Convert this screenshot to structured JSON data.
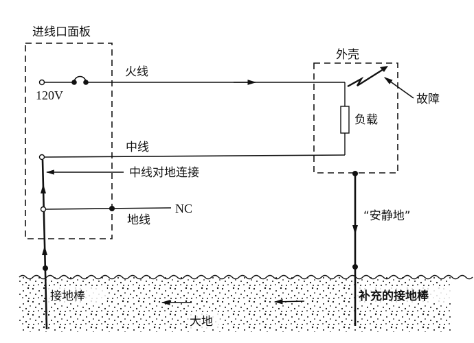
{
  "labels": {
    "panel_title": "进线口面板",
    "voltage": "120V",
    "hot_wire": "火线",
    "neutral_wire": "中线",
    "neutral_ground_bond": "中线对地连接",
    "nc": "NC",
    "ground_wire": "地线",
    "enclosure": "外壳",
    "fault": "故障",
    "load": "负载",
    "quiet_ground": "“安静地”",
    "ground_rod": "接地棒",
    "earth": "大地",
    "supplementary_ground_rod": "补充的接地棒"
  },
  "colors": {
    "line": "#111111",
    "background": "#ffffff"
  }
}
